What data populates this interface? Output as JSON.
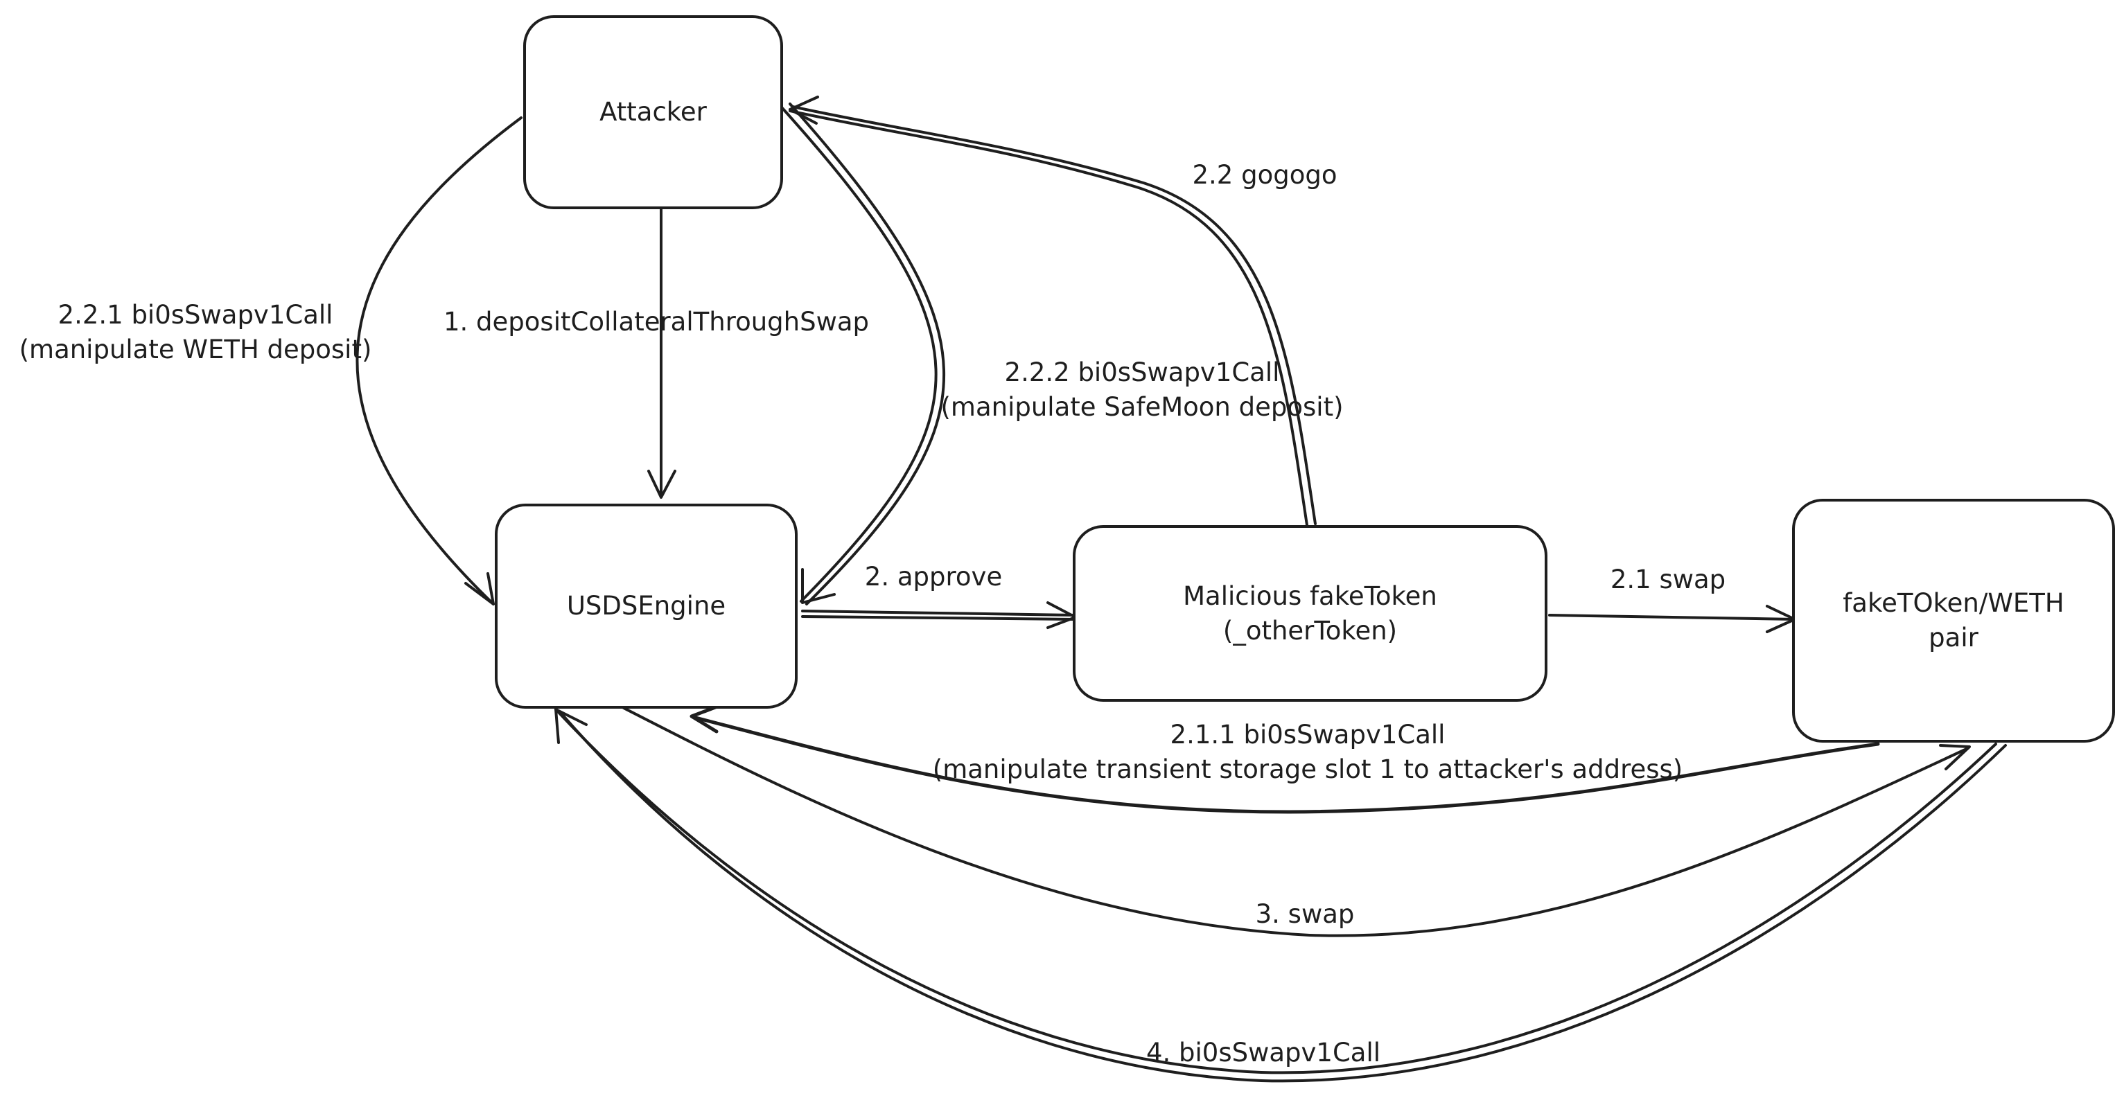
{
  "nodes": {
    "attacker": "Attacker",
    "usdsengine": "USDSEngine",
    "fake_token": "Malicious fakeToken\n(_otherToken)",
    "pair": "fakeTOken/WETH\npair"
  },
  "edges": {
    "e1": "1. depositCollateralThroughSwap",
    "e2": "2. approve",
    "e2_1": "2.1 swap",
    "e2_1_1": "2.1.1 bi0sSwapv1Call\n(manipulate transient storage slot 1 to attacker's address)",
    "e2_2": "2.2 gogogo",
    "e2_2_1": "2.2.1 bi0sSwapv1Call\n(manipulate WETH deposit)",
    "e2_2_2": "2.2.2 bi0sSwapv1Call\n(manipulate SafeMoon deposit)",
    "e3": "3. swap",
    "e4": "4. bi0sSwapv1Call"
  }
}
